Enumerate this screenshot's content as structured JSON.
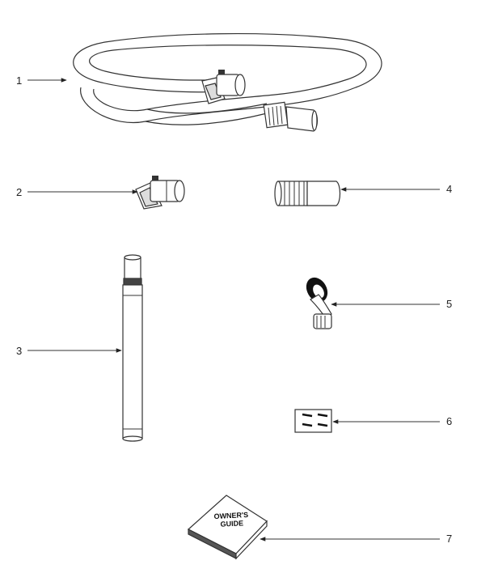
{
  "parts": [
    {
      "number": "1",
      "name": "hose-assembly"
    },
    {
      "number": "2",
      "name": "hose-swivel-fitting"
    },
    {
      "number": "3",
      "name": "extension-wand"
    },
    {
      "number": "4",
      "name": "hose-cuff"
    },
    {
      "number": "5",
      "name": "curved-elbow-wand"
    },
    {
      "number": "6",
      "name": "screw-pack"
    },
    {
      "number": "7",
      "name": "owners-guide"
    }
  ],
  "guide_cover": {
    "line1": "OWNER'S",
    "line2": "GUIDE"
  }
}
